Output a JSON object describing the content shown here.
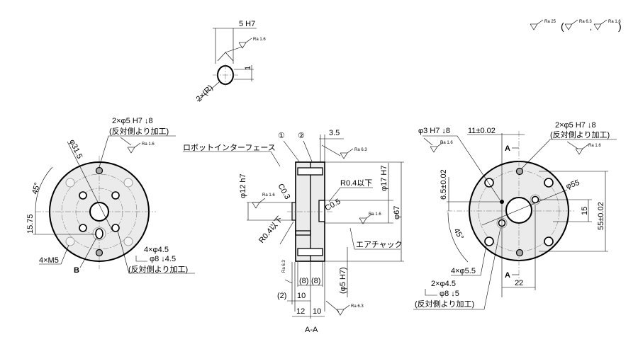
{
  "roughness_legend": {
    "main": "Ra 25",
    "open_paren": "(",
    "alt1": "Ra 6.3",
    "comma": ",",
    "alt2": "Ra 1.6",
    "close_paren": ")"
  },
  "detail": {
    "width": "5 H7",
    "ra": "Ra 1.6",
    "height": "1",
    "radius": "2×(R)"
  },
  "left_view": {
    "pin_holes": "2×φ5 H7 ↓8",
    "pin_note": "(反対側より加工)",
    "pin_ra": "Ra 1.6",
    "pcd": "φ31.5",
    "angle": "45°",
    "offset": "15.75",
    "tapped": "4×M5",
    "label_b": "B",
    "cb_holes": "4×φ4.5",
    "cb_spec": "φ8 ↓4.5",
    "cb_note": "(反対側より加工)"
  },
  "section_view": {
    "robot_interface": "ロボットインターフェース",
    "part1": "①",
    "part2": "②",
    "dim_3_5": "3.5",
    "ra_top": "Ra 6.3",
    "boss_dia": "φ12 h7",
    "ra_boss": "Ra 1.6",
    "chamfer_03": "C0.3",
    "radius_right": "R0.4以下",
    "bore_dia": "φ17 H7",
    "chamfer_05": "C0.5",
    "ra_bore": "Ra 1.6",
    "outer_dia": "φ67",
    "radius_left": "R0.4以下",
    "air_chuck": "エアチャック",
    "ra_left": "Ra 6.3",
    "dim_8a": "(8)",
    "dim_8b": "(8)",
    "dim_2": "(2)",
    "dim_10a": "10",
    "pin_dia": "(φ5 H7)",
    "dim_12": "12",
    "dim_10b": "10",
    "ra_bottom": "Ra 6.3",
    "title": "A-A"
  },
  "right_view": {
    "small_hole": "φ3 H7 ↓8",
    "ra_small": "Ra 1.6",
    "dim_11": "11±0.02",
    "pin_holes": "2×φ5 H7 ↓8",
    "pin_note": "(反対側より加工)",
    "pin_ra": "Ra 1.6",
    "section_a_top": "A",
    "dim_6_5": "6.5±0.02",
    "pcd": "φ55",
    "dim_15": "15",
    "dim_55": "55±0.02",
    "angle": "45°",
    "through_holes": "4×φ5.5",
    "section_a_bottom": "A",
    "dim_22": "22",
    "cb_holes": "2×φ4.5",
    "cb_spec": "φ8 ↓5",
    "cb_note": "(反対側より加工)"
  }
}
